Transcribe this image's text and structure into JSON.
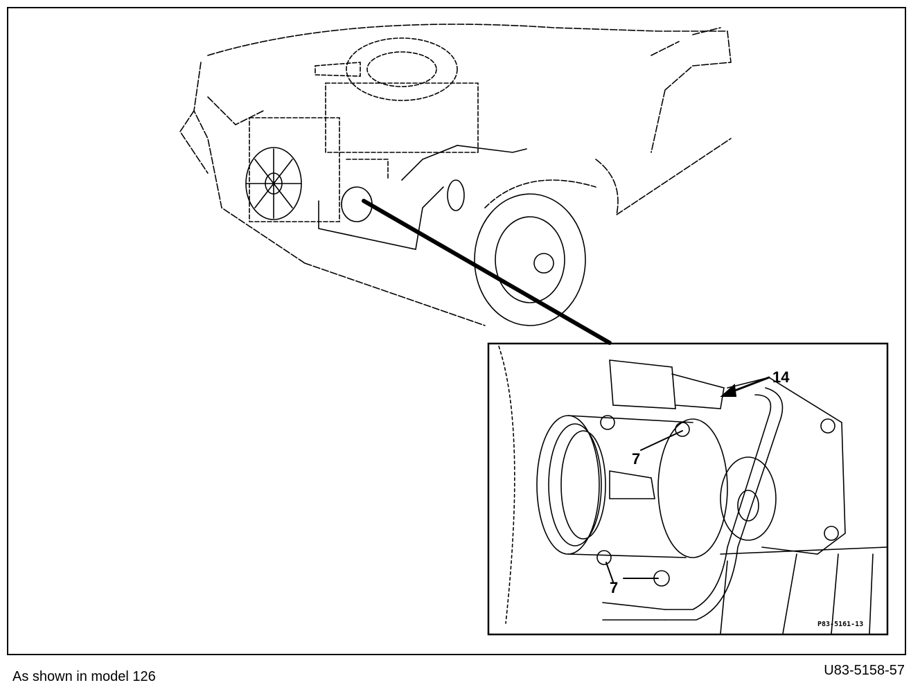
{
  "figure": {
    "caption": "As shown in model 126",
    "document_id": "U83-5158-57",
    "inset_id": "P83-5161-13",
    "callouts": [
      {
        "label": "14"
      },
      {
        "label": "7"
      },
      {
        "label": "7"
      }
    ]
  }
}
